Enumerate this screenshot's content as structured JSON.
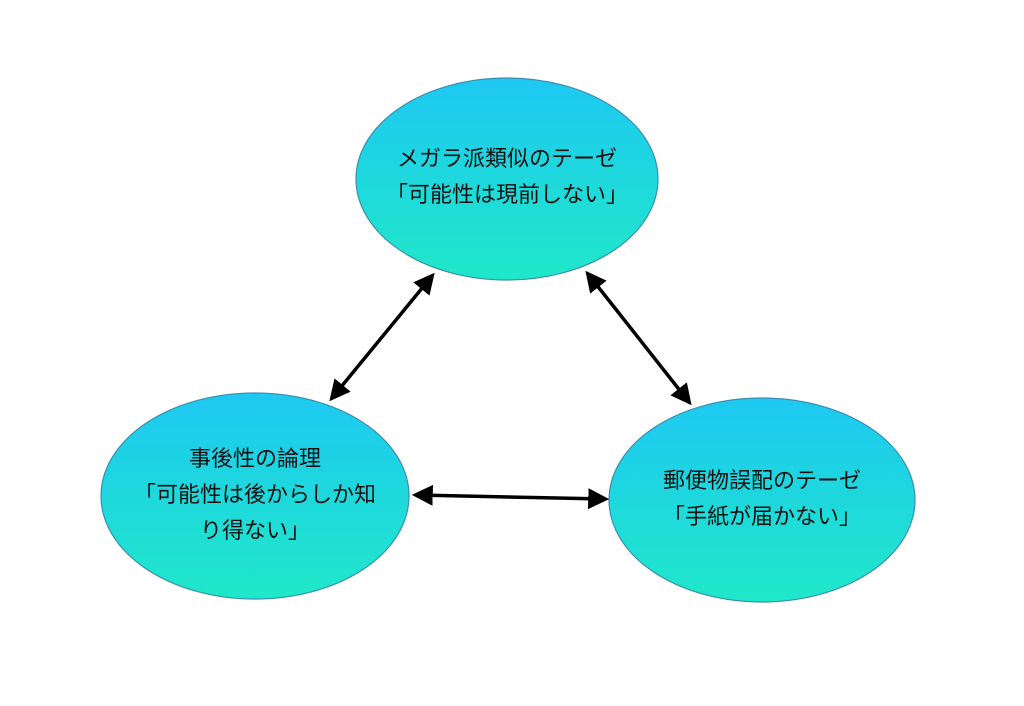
{
  "nodes": {
    "top": {
      "line1": "メガラ派類似のテーゼ",
      "line2": "「可能性は現前しない」"
    },
    "left": {
      "line1": "事後性の論理",
      "line2": "「可能性は後からしか知",
      "line3": "り得ない」"
    },
    "right": {
      "line1": "郵便物誤配のテーゼ",
      "line2": "「手紙が届かない」"
    }
  },
  "colors": {
    "ellipse_top": "#1ec8f2",
    "ellipse_bottom": "#1fe8c8",
    "ellipse_stroke": "#3a8fb0",
    "arrow": "#000000",
    "background": "#ffffff"
  }
}
